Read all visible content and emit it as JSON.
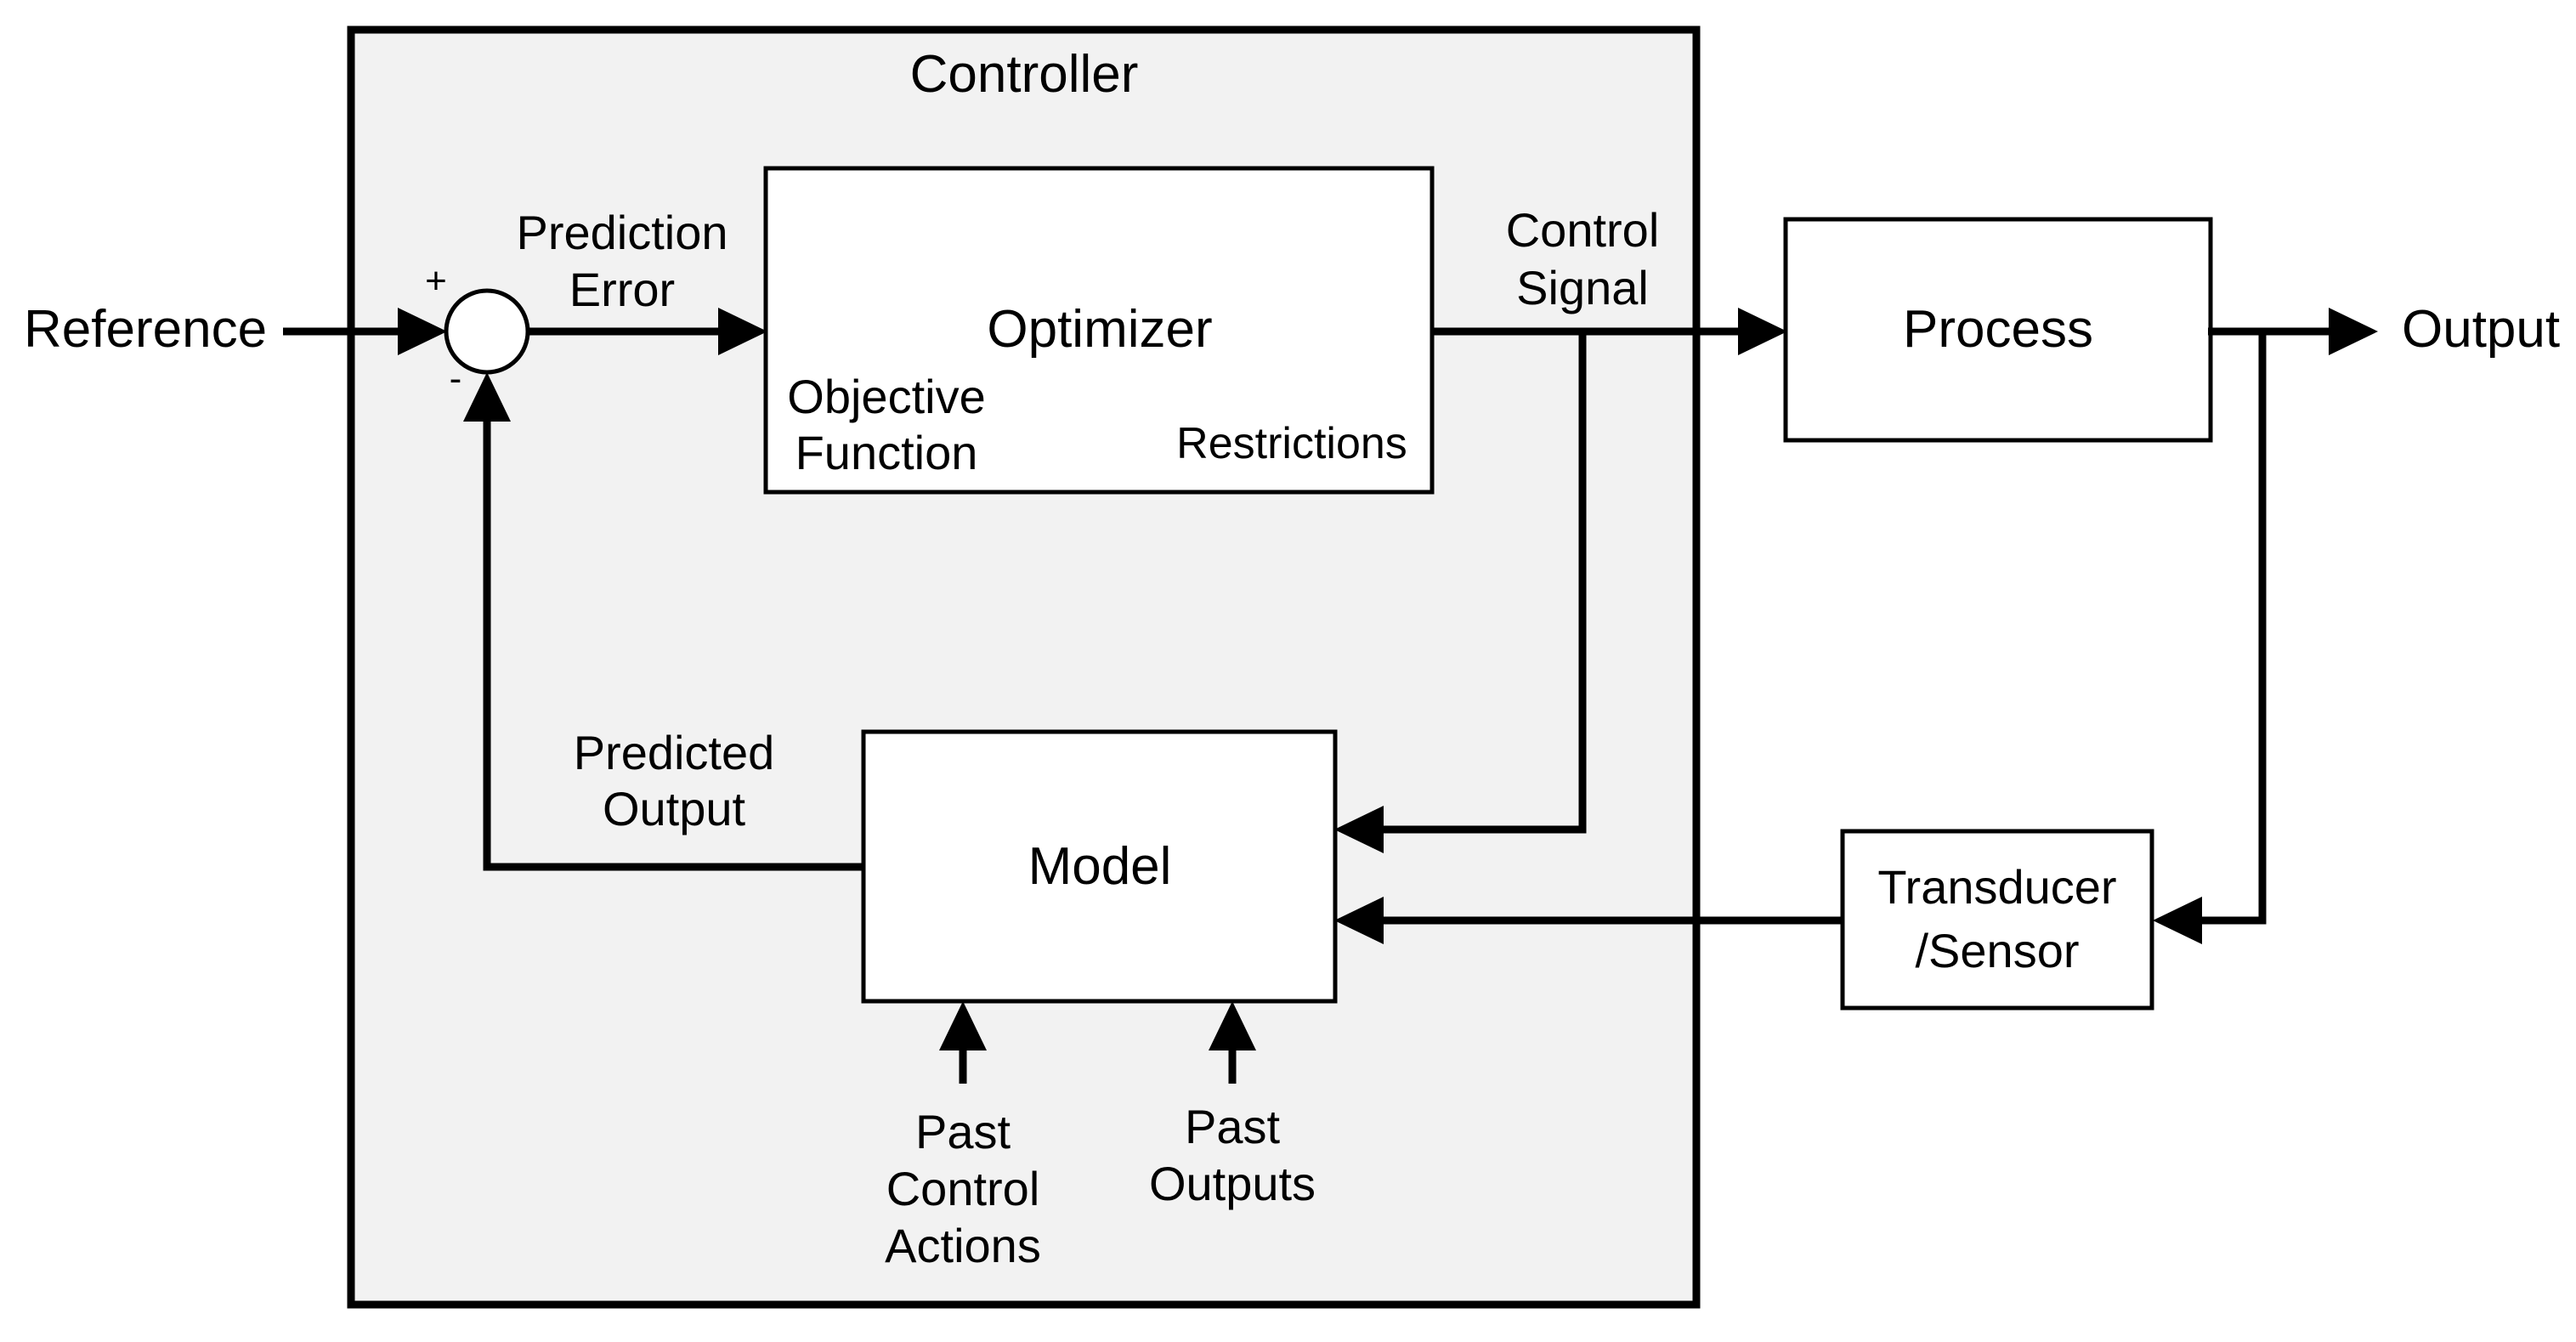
{
  "diagram": {
    "controller": "Controller",
    "reference": "Reference",
    "output": "Output",
    "summer": {
      "plus": "+",
      "minus": "-"
    },
    "prediction_error": [
      "Prediction",
      "Error"
    ],
    "optimizer": {
      "title": "Optimizer",
      "objective_function": [
        "Objective",
        "Function"
      ],
      "restrictions": "Restrictions"
    },
    "control_signal": [
      "Control",
      "Signal"
    ],
    "process": "Process",
    "model": "Model",
    "predicted_output": [
      "Predicted",
      "Output"
    ],
    "transducer": [
      "Transducer",
      "/Sensor"
    ],
    "past_control_actions": [
      "Past",
      "Control",
      "Actions"
    ],
    "past_outputs": [
      "Past",
      "Outputs"
    ]
  },
  "colors": {
    "controller_background": "#f2f2f2",
    "box_fill": "#ffffff",
    "line": "#000000"
  }
}
